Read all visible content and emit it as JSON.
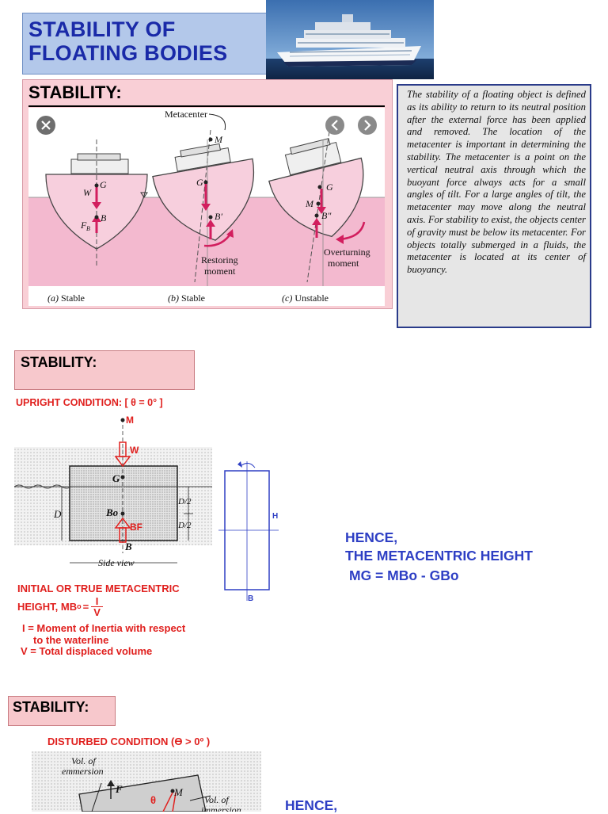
{
  "slide1": {
    "title_line1": "STABILITY OF",
    "title_line2": "FLOATING BODIES",
    "panel_title": "STABILITY:",
    "figure": {
      "metacenter_label": "Metacenter",
      "M": "M",
      "G": "G",
      "W": "W",
      "B": "B",
      "FB": "F",
      "FB_sub": "B",
      "B_prime": "B′",
      "B_dprime": "B″",
      "restoring_1": "Restoring",
      "restoring_2": "moment",
      "overturning_1": "Overturning",
      "overturning_2": "moment",
      "caption_a_letter": "(a)",
      "caption_a_text": "Stable",
      "caption_b_letter": "(b)",
      "caption_b_text": "Stable",
      "caption_c_letter": "(c)",
      "caption_c_text": "Unstable",
      "close_icon": "close-icon",
      "prev_icon": "chevron-left-icon",
      "next_icon": "chevron-right-icon"
    },
    "definition_text": "The stability of a floating object is defined as its ability to return to its neutral position after the external force has been applied and removed. The location of the metacenter is important in determining the stability. The metacenter is a point on the vertical neutral axis through which the buoyant force always acts for a small angles of tilt. For a large angles of tilt, the metacenter may move along the neutral axis. For stability to exist, the objects center of gravity must be below its metacenter. For objects totally submerged in a fluids, the metacenter is located at its center of buoyancy."
  },
  "slide2": {
    "title": "STABILITY:",
    "condition": "UPRIGHT CONDITION: [ θ = 0° ]",
    "figure": {
      "M": "M",
      "W": "W",
      "G": "G",
      "Bo": "Bo",
      "B": "B",
      "BF": "BF",
      "D": "D",
      "D2a": "D/2",
      "D2b": "D/2",
      "side_view": "Side view"
    },
    "rect_H": "H",
    "rect_B": "B",
    "metacentric_line1": "INITIAL OR TRUE METACENTRIC",
    "metacentric_line2_prefix": "HEIGHT, MB",
    "metacentric_sub": "o",
    "frac_num": "I",
    "frac_den": "V",
    "def_I_1": "I = Moment of Inertia with respect",
    "def_I_2": "to the waterline",
    "def_V": "V = Total displaced volume",
    "hence": "HENCE,",
    "hence_line2": "THE METACENTRIC HEIGHT",
    "formula": "MG = MBo - GBo"
  },
  "slide3": {
    "title": "STABILITY:",
    "condition": "DISTURBED CONDITION (ϴ > 0º )",
    "figure": {
      "vol_emm_1": "Vol. of",
      "vol_emm_2": "emmersion",
      "vol_imm_1": "Vol. of",
      "vol_imm_2": "immersion",
      "F": "F",
      "M": "M",
      "theta": "θ"
    },
    "hence": "HENCE,"
  }
}
